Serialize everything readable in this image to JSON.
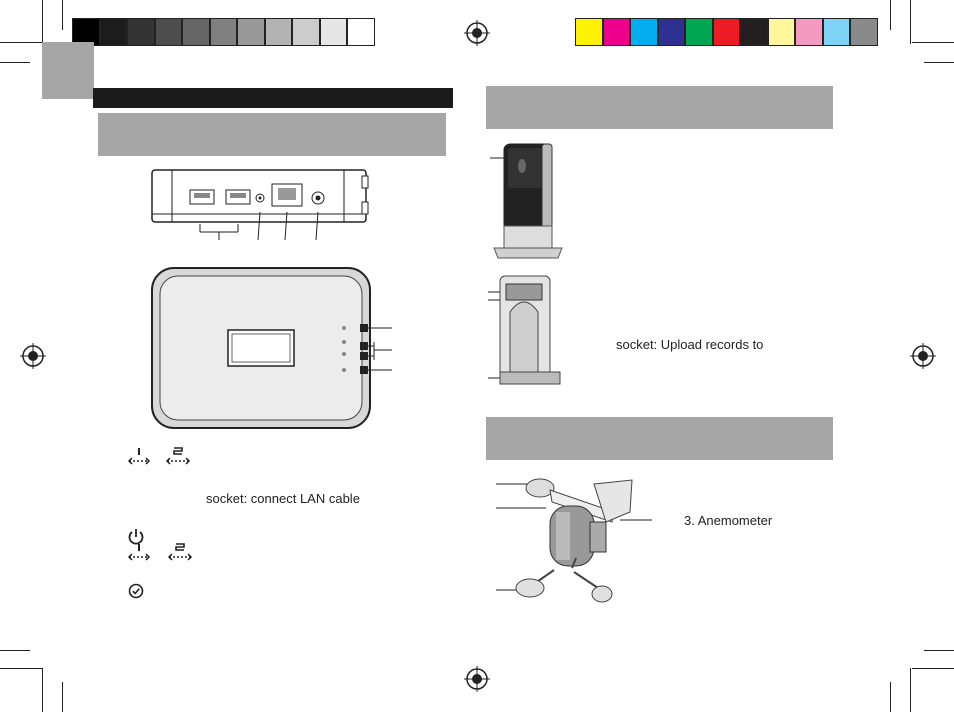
{
  "page": {
    "background": "#ffffff",
    "grayscale_swatches": [
      "#000000",
      "#1c1c1c",
      "#333333",
      "#4d4d4d",
      "#666666",
      "#808080",
      "#999999",
      "#b3b3b3",
      "#cccccc",
      "#e6e6e6",
      "#ffffff"
    ],
    "color_swatches": [
      "#fff200",
      "#ec008c",
      "#00aeef",
      "#2e3192",
      "#00a651",
      "#ed1c24",
      "#231f20",
      "#fff799",
      "#f49ac1",
      "#7dd3f5",
      "#8a8a8a"
    ]
  },
  "left": {
    "header_bar_color": "#1b1b1b",
    "section_band_color": "#a6a6a6",
    "lan_socket_text": "socket: connect LAN cable",
    "legend_icons": [
      "usb-1-icon",
      "usb-2-icon",
      "power-icon",
      "usb-1-icon",
      "usb-2-icon",
      "check-circle-icon"
    ]
  },
  "right": {
    "section_band_color": "#a6a6a6",
    "usb_socket_text": "socket: Upload records to",
    "anemometer_item": "3.   Anemometer"
  }
}
